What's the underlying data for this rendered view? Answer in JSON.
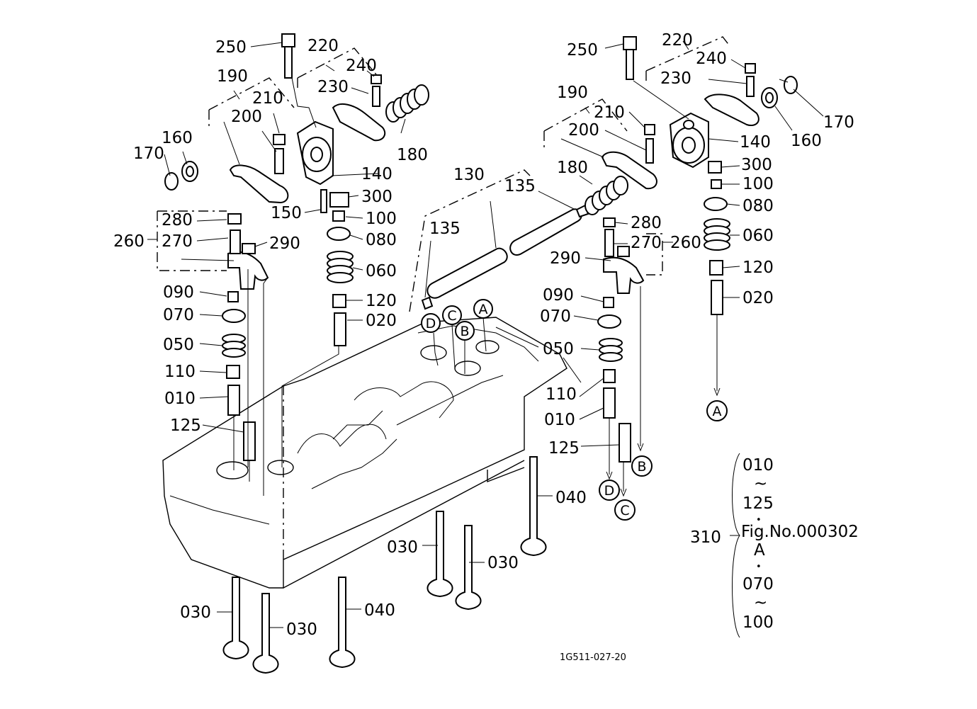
{
  "callouts": {
    "n250": "250",
    "n220": "220",
    "n240": "240",
    "n230": "230",
    "n190": "190",
    "n210": "210",
    "n200": "200",
    "n180": "180",
    "n170": "170",
    "n160": "160",
    "n140": "140",
    "n300": "300",
    "n150": "150",
    "n100": "100",
    "n080": "080",
    "n060": "060",
    "n120": "120",
    "n020": "020",
    "n280": "280",
    "n270": "270",
    "n260": "260",
    "n290": "290",
    "n090": "090",
    "n070": "070",
    "n050": "050",
    "n110": "110",
    "n010": "010",
    "n125": "125",
    "n130": "130",
    "n135": "135",
    "n030": "030",
    "n040": "040",
    "n310": "310"
  },
  "circle_labels": {
    "a": "A",
    "b": "B",
    "c": "C",
    "d": "D"
  },
  "note": {
    "line1": "010",
    "tilde": "~",
    "line2": "125",
    "dot": "•",
    "line3": "Fig.No.000302",
    "line4": "A",
    "line5": "070",
    "line6": "100"
  },
  "figure_code": "1G511-027-20"
}
